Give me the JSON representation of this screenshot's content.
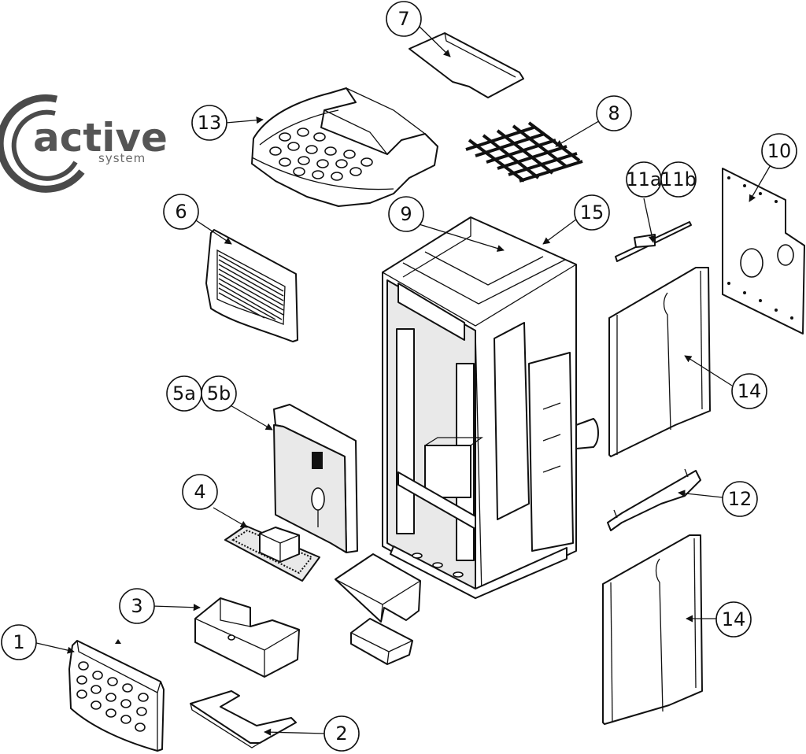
{
  "logo": {
    "word": "active",
    "subtitle": "system"
  },
  "callouts": {
    "c1": "1",
    "c2": "2",
    "c3": "3",
    "c4": "4",
    "c5a": "5a",
    "c5b": "5b",
    "c6": "6",
    "c7": "7",
    "c8": "8",
    "c9": "9",
    "c10": "10",
    "c11a": "11a",
    "c11b": "11b",
    "c12": "12",
    "c13": "13",
    "c14top": "14",
    "c14bottom": "14",
    "c15": "15"
  },
  "colors": {
    "line": "#111111",
    "logo": "#555555"
  }
}
